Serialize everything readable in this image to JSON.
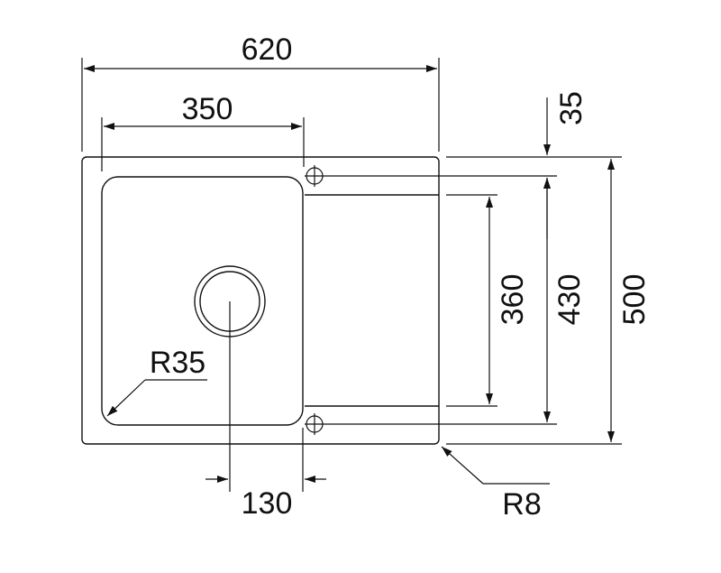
{
  "dimensions": {
    "overall_width": "620",
    "bowl_width": "350",
    "top_offset": "35",
    "drainer_height": "360",
    "tap_hole_spacing": "430",
    "overall_depth": "500",
    "drain_offset": "130",
    "bowl_corner_radius": "R35",
    "outer_corner_radius": "R8"
  },
  "colors": {
    "line": "#111111",
    "background": "#ffffff"
  },
  "icons": [
    "arrow-head",
    "crosshair-hole-icon"
  ]
}
